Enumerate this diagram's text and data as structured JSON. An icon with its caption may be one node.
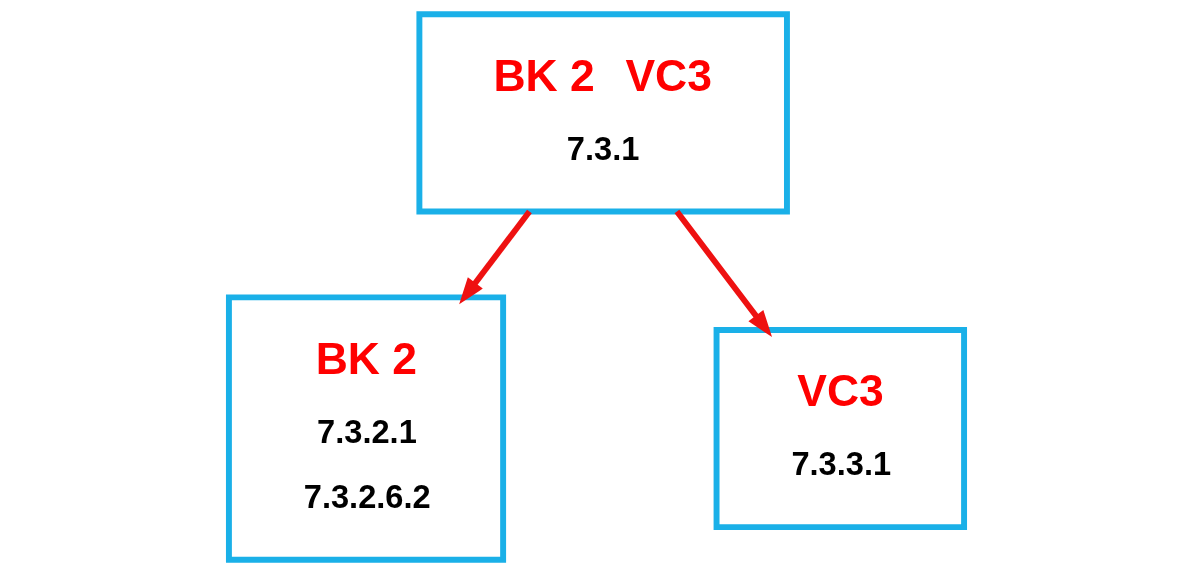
{
  "diagram": {
    "nodes": [
      {
        "text": [
          "BK 2",
          "VC3",
          "7.3.1"
        ]
      },
      {
        "text": [
          "BK 2",
          "7.3.2.1",
          "7.3.2.6.2"
        ]
      },
      {
        "text": [
          "VC3",
          "7.3.3.1"
        ]
      }
    ],
    "edges": [
      {
        "from": 0,
        "to": 1,
        "arrow": "to"
      },
      {
        "from": 0,
        "to": 2,
        "arrow": "to"
      }
    ]
  }
}
